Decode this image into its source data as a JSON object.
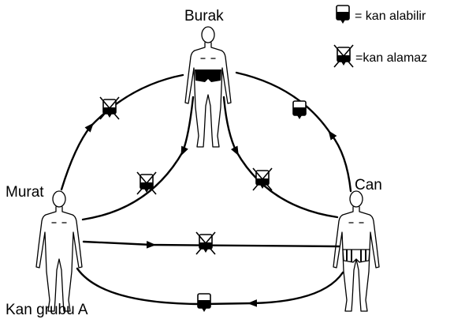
{
  "legend": {
    "can_label": "= kan alabilir",
    "cannot_label": "=kan alamaz",
    "can_icon": "blood-bag-icon",
    "cannot_icon": "crossed-blood-bag-icon"
  },
  "people": {
    "top": {
      "name": "Burak"
    },
    "left": {
      "name": "Murat",
      "blood_group": "Kan grubu A"
    },
    "right": {
      "name": "Can"
    }
  },
  "colors": {
    "ink": "#000000",
    "background": "#ffffff"
  }
}
